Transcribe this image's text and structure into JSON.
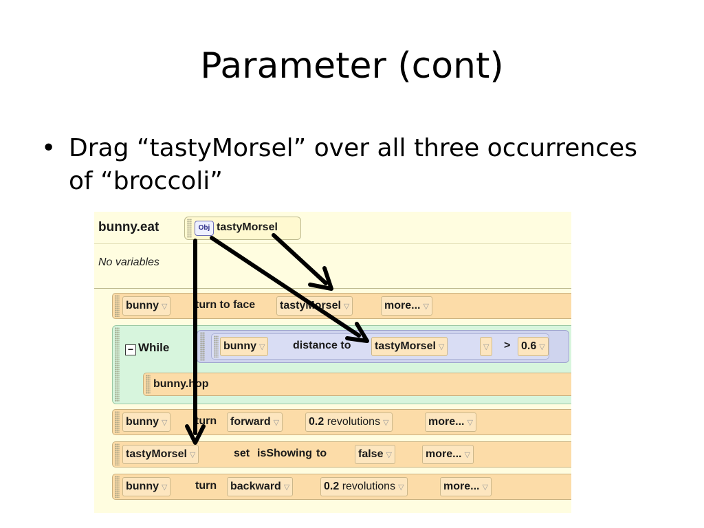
{
  "slide": {
    "title": "Parameter (cont)",
    "bullet_symbol": "•",
    "bullet": "Drag “tastyMorsel” over all three occurrences of “broccoli”"
  },
  "editor": {
    "method_name": "bunny.eat",
    "param_icon": "Obj",
    "param_name": "tastyMorsel",
    "vars_label": "No variables",
    "triangle": "▽",
    "stmt1": {
      "obj": "bunny",
      "verb": "turn to face",
      "target": "tastyMorsel",
      "more": "more..."
    },
    "while": {
      "label": "While",
      "cond_obj": "bunny",
      "cond_fn": "distance to",
      "cond_arg": "tastyMorsel",
      "op": ">",
      "value": "0.6",
      "inner": "bunny.hop"
    },
    "stmt2": {
      "obj": "bunny",
      "verb": "turn",
      "dir": "forward",
      "amount": "0.2",
      "unit": "revolutions",
      "more": "more..."
    },
    "stmt3": {
      "obj": "tastyMorsel",
      "verb": "set",
      "prop": "isShowing",
      "to": "to",
      "value": "false",
      "more": "more..."
    },
    "stmt4": {
      "obj": "bunny",
      "verb": "turn",
      "dir": "backward",
      "amount": "0.2",
      "unit": "revolutions",
      "more": "more..."
    }
  }
}
